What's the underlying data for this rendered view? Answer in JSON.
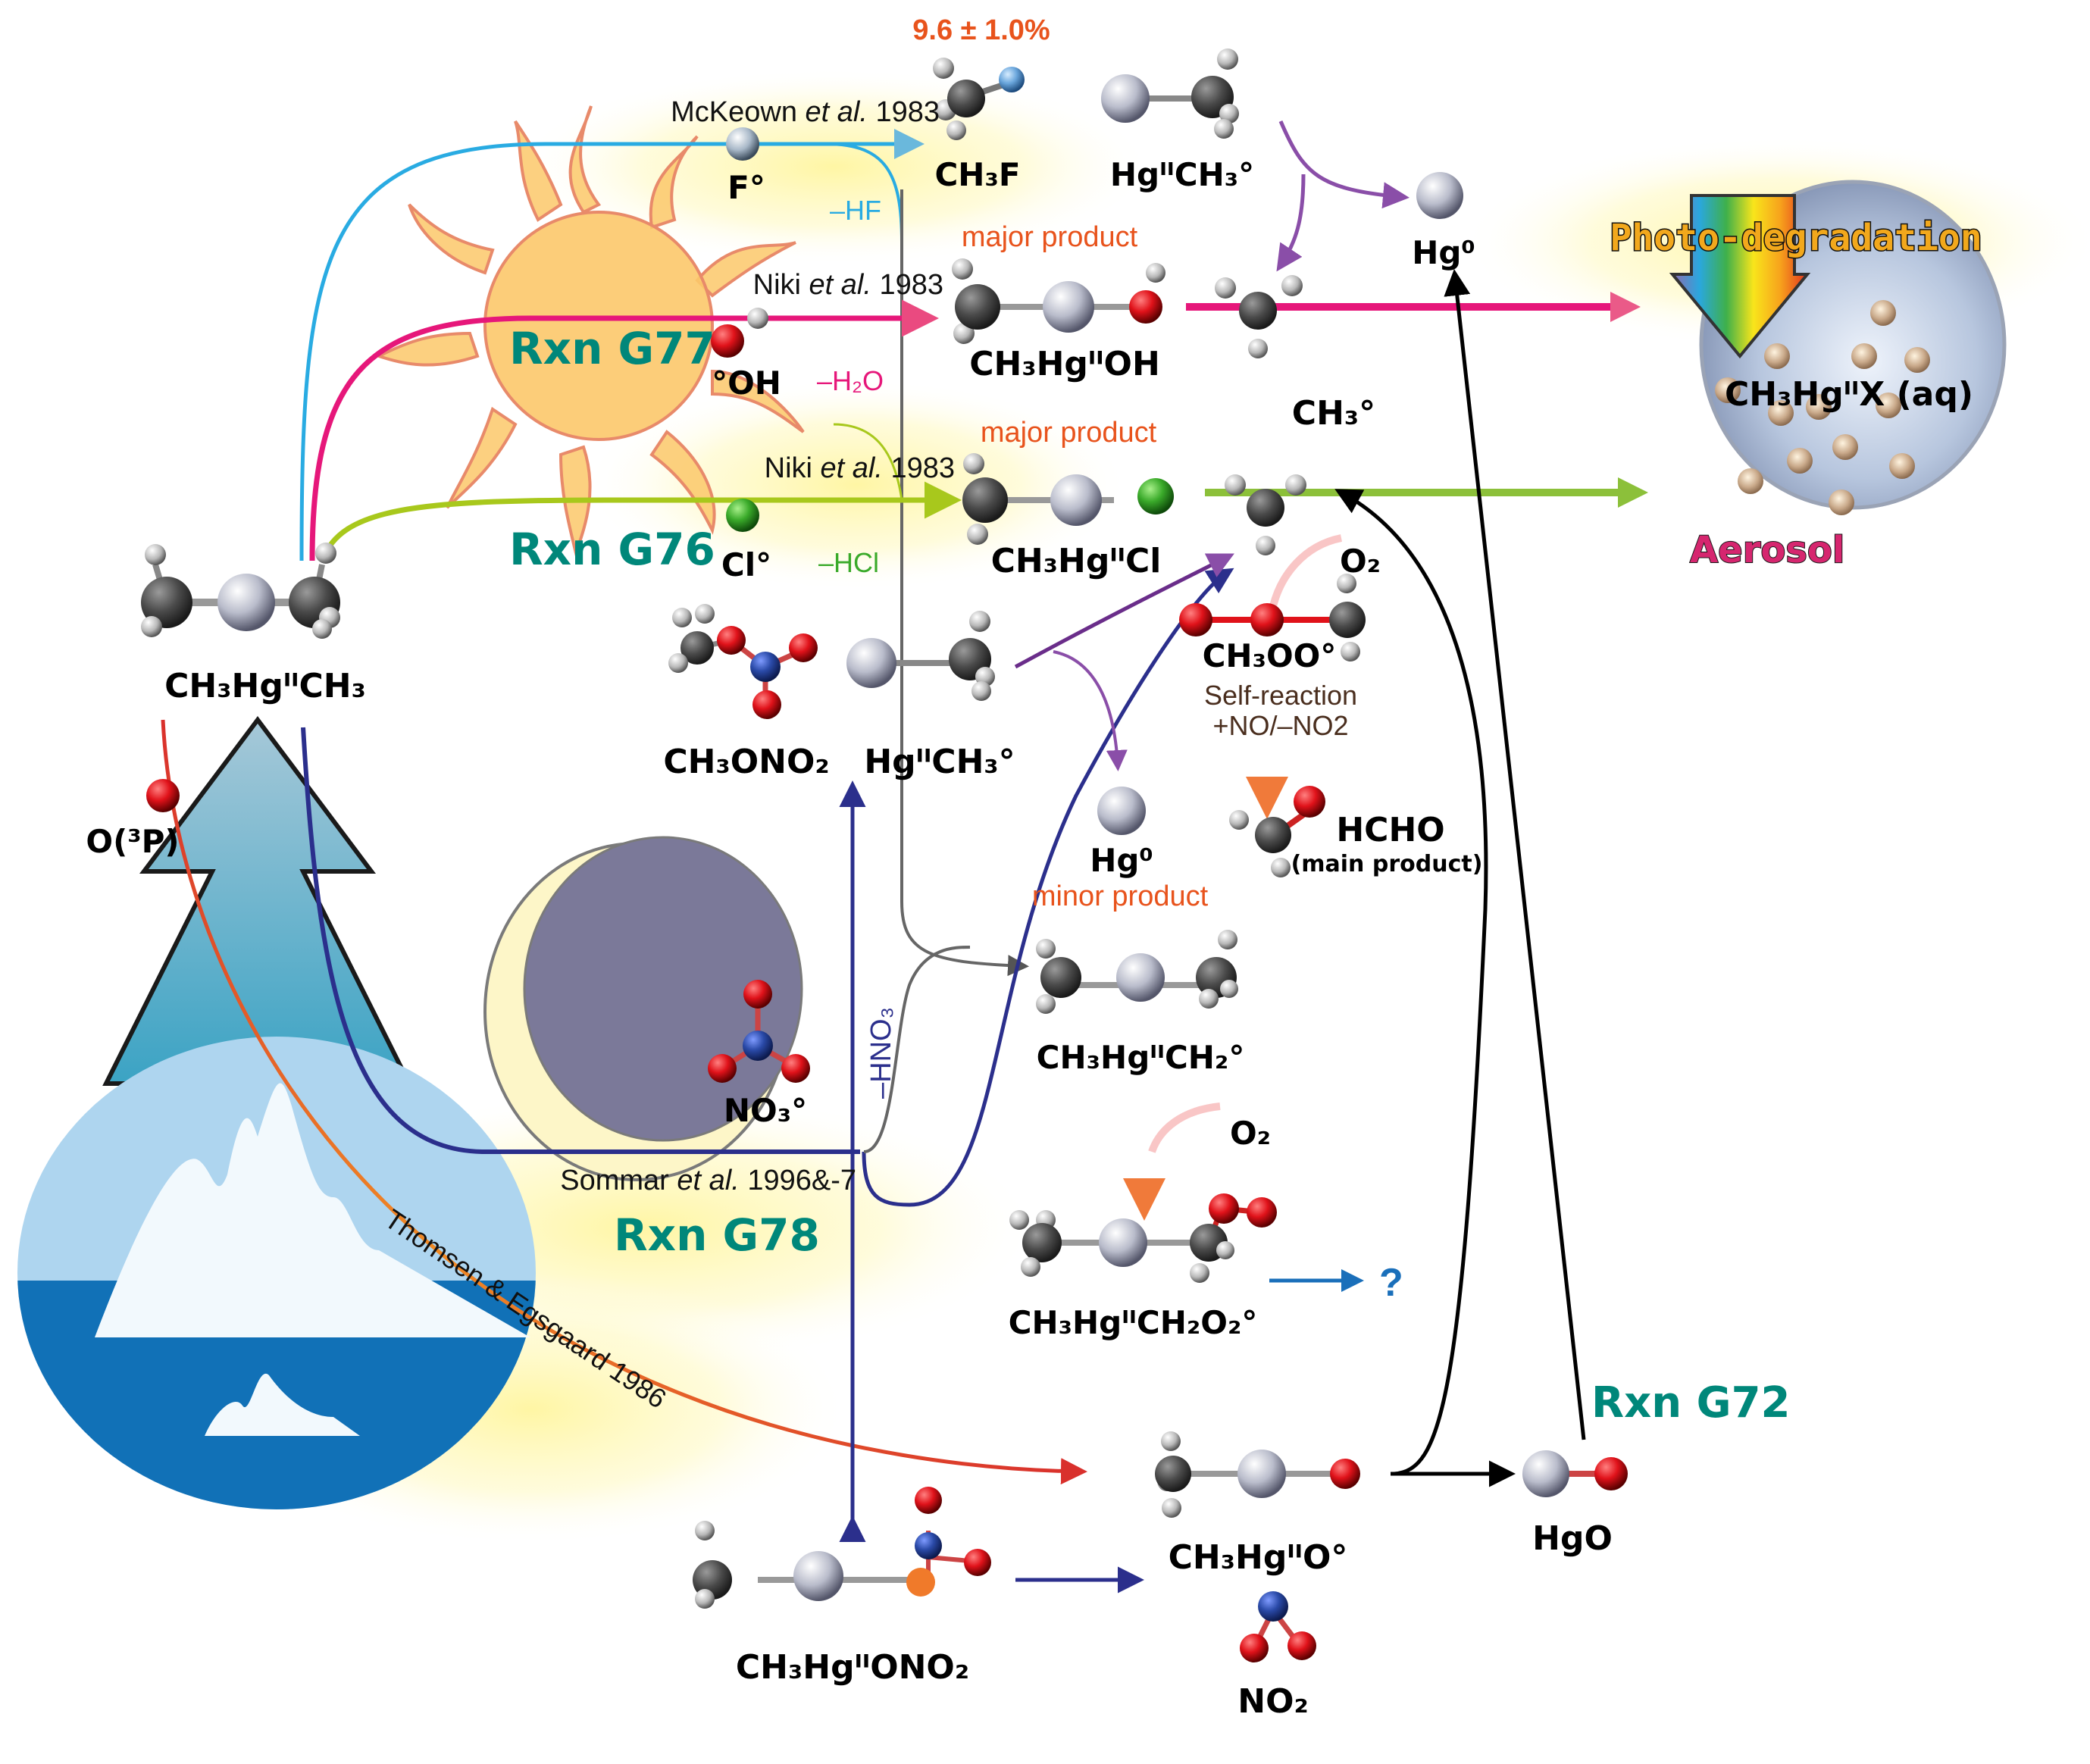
{
  "title": "Atmospheric degradation pathways of dimethylmercury (CH3HgIICH3)",
  "colors": {
    "rxn_label": "#00877a",
    "product_note": "#e8531c",
    "fluorine_path": "#29abe2",
    "oh_path": "#e6177a",
    "cl_path": "#9ac31c",
    "no3_path": "#2b2f8c",
    "o3p_path": "#d9302c",
    "hg_path": "#7f3f98",
    "self_reaction_text": "#4a2e1e"
  },
  "source": {
    "formula": "CH₃HgᴵᴵCH₃"
  },
  "reactions": {
    "g77": {
      "label": "Rxn G77"
    },
    "g76": {
      "label": "Rxn G76"
    },
    "g78": {
      "label": "Rxn G78"
    },
    "g72": {
      "label": "Rxn G72"
    }
  },
  "oxidants": {
    "f": {
      "label": "F°",
      "reference": [
        "McKeown ",
        "et al.",
        " 1983"
      ],
      "loss": "–HF"
    },
    "oh": {
      "label": "°OH",
      "reference": [
        "Niki ",
        "et al.",
        " 1983"
      ],
      "loss": "–H₂O"
    },
    "cl": {
      "label": "Cl°",
      "reference": [
        "Niki ",
        "et al.",
        " 1983"
      ],
      "loss": "–HCl"
    },
    "no3": {
      "label": "NO₃°",
      "reference": [
        "Sommar ",
        "et al.",
        " 1996&-7"
      ],
      "loss": "–HNO₃"
    },
    "o3p": {
      "label": "O(³P)",
      "reference": "Thomsen & Egsgaard 1986"
    }
  },
  "products": {
    "ch3f": {
      "formula": "CH₃F",
      "yield": "9.6 ± 1.0%"
    },
    "hgch3_top": {
      "formula": "HgᴵᴵCH₃°"
    },
    "hg0_top": {
      "formula": "Hg⁰"
    },
    "ch3hgoh": {
      "formula": "CH₃HgᴵᴵOH",
      "note": "major product"
    },
    "ch3hgcl": {
      "formula": "CH₃HgᴵᴵCl",
      "note": "major product"
    },
    "ch3_radical": {
      "formula": "CH₃°"
    },
    "o2_a": {
      "formula": "O₂"
    },
    "ch3oo": {
      "formula": "CH₃OO°",
      "process_line1": "Self-reaction",
      "process_line2": "+NO/–NO2"
    },
    "hcho": {
      "formula": "HCHO",
      "note": "(main product)"
    },
    "ch3ono2": {
      "formula": "CH₃ONO₂"
    },
    "hgch3_mid": {
      "formula": "HgᴵᴵCH₃°"
    },
    "hg0_mid": {
      "formula": "Hg⁰",
      "note": "minor product"
    },
    "ch3hgch2": {
      "formula": "CH₃HgᴵᴵCH₂°"
    },
    "o2_b": {
      "formula": "O₂"
    },
    "ch3hgch2o2": {
      "formula": "CH₃HgᴵᴵCH₂O₂°",
      "next": "?"
    },
    "ch3hgono2": {
      "formula": "CH₃HgᴵᴵONO₂"
    },
    "ch3hgo": {
      "formula": "CH₃HgᴵᴵO°"
    },
    "no2": {
      "formula": "NO₂"
    },
    "hgo": {
      "formula": "HgO"
    }
  },
  "aerosol": {
    "photo_label": "Photo-degradation",
    "species": "CH₃HgᴵᴵX (aq)",
    "label": "Aerosol"
  },
  "icons": {
    "sun": "sun-icon",
    "moon": "moon-icon",
    "water_drop": "water-drop-with-iceberg-icon",
    "rainbow_arrow": "rainbow-down-arrow-icon"
  }
}
